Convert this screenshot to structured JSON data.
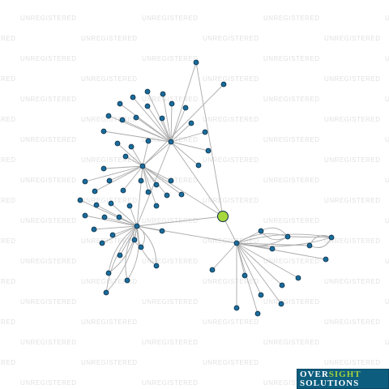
{
  "watermark_text": "UNREGISTERED",
  "logo": {
    "part1": "OVER",
    "part2": "SIGHT",
    "line2": "SOLUTIONS"
  },
  "colors": {
    "node_fill": "#1a6b9a",
    "node_stroke": "#0a2c44",
    "focus_fill": "#a6d83e",
    "edge": "#aaaaaa",
    "watermark": "#e2e2e2",
    "logo_bg": "#0d5d7e",
    "logo_accent": "#a4d43c"
  },
  "graph": {
    "focus_node": "focus",
    "nodes": [
      "focus",
      "h1",
      "h2",
      "h3",
      "h4",
      "t1",
      "n1",
      "n2",
      "n3",
      "n4",
      "n5",
      "n6",
      "n7",
      "n8",
      "n9",
      "n10",
      "n11",
      "n12",
      "n13",
      "n14",
      "n15",
      "n16",
      "n17",
      "n18",
      "n19",
      "n20",
      "n21",
      "n22",
      "n23",
      "n24",
      "n25",
      "n26",
      "n27",
      "n28",
      "n29",
      "n30",
      "n31",
      "n32",
      "n33",
      "n34",
      "n35",
      "n36",
      "n37",
      "n38",
      "n39",
      "n40",
      "n41",
      "n42",
      "n43",
      "n44",
      "n45",
      "n46",
      "n47",
      "n48",
      "n49",
      "n50",
      "n51",
      "n52",
      "n53",
      "n54",
      "n55",
      "n56",
      "n57",
      "n58",
      "n59",
      "n60",
      "n61",
      "n62",
      "n63",
      "n64",
      "n65"
    ],
    "edges": [
      [
        "focus",
        "h1"
      ],
      [
        "focus",
        "h2"
      ],
      [
        "focus",
        "h3"
      ],
      [
        "focus",
        "h4"
      ],
      [
        "focus",
        "t1"
      ],
      [
        "h1",
        "h2"
      ],
      [
        "h2",
        "h3"
      ],
      [
        "h1",
        "h3"
      ],
      [
        "h3",
        "h4"
      ],
      [
        "h1",
        "t1"
      ],
      [
        "h2",
        "n33"
      ],
      [
        "h1",
        "n1"
      ],
      [
        "h1",
        "n2"
      ],
      [
        "h1",
        "n3"
      ],
      [
        "h1",
        "n4"
      ],
      [
        "h1",
        "n5"
      ],
      [
        "h1",
        "n6"
      ],
      [
        "h1",
        "n7"
      ],
      [
        "h1",
        "n8"
      ],
      [
        "h1",
        "n9"
      ],
      [
        "h1",
        "n10"
      ],
      [
        "h1",
        "n11"
      ],
      [
        "h1",
        "n12"
      ],
      [
        "h1",
        "n13"
      ],
      [
        "h1",
        "n14"
      ],
      [
        "h1",
        "n15"
      ],
      [
        "h1",
        "n16"
      ],
      [
        "h2",
        "n17"
      ],
      [
        "h2",
        "n18"
      ],
      [
        "h2",
        "n19"
      ],
      [
        "h2",
        "n20"
      ],
      [
        "h2",
        "n21"
      ],
      [
        "h2",
        "n22"
      ],
      [
        "h2",
        "n23"
      ],
      [
        "h2",
        "n24"
      ],
      [
        "h2",
        "n25"
      ],
      [
        "h2",
        "n26"
      ],
      [
        "h2",
        "n27"
      ],
      [
        "h2",
        "n28"
      ],
      [
        "h2",
        "n29"
      ],
      [
        "h2",
        "n30"
      ],
      [
        "h2",
        "n31"
      ],
      [
        "h2",
        "n32"
      ],
      [
        "h3",
        "n34"
      ],
      [
        "h3",
        "n35"
      ],
      [
        "h3",
        "n36"
      ],
      [
        "h3",
        "n37"
      ],
      [
        "h3",
        "n38"
      ],
      [
        "h3",
        "n39"
      ],
      [
        "h3",
        "n40"
      ],
      [
        "h3",
        "n41"
      ],
      [
        "h3",
        "n42"
      ],
      [
        "h3",
        "n43"
      ],
      [
        "h3",
        "n44"
      ],
      [
        "h3",
        "n45"
      ],
      [
        "h3",
        "n46"
      ],
      [
        "h3",
        "n47"
      ],
      [
        "h3",
        "n48"
      ],
      [
        "h3",
        "n49"
      ],
      [
        "h3",
        "n50"
      ],
      [
        "h3",
        "n51"
      ],
      [
        "h4",
        "n52"
      ],
      [
        "h4",
        "n53"
      ],
      [
        "h4",
        "n54"
      ],
      [
        "h4",
        "n55"
      ],
      [
        "h4",
        "n56"
      ],
      [
        "h4",
        "n57"
      ],
      [
        "h4",
        "n58"
      ],
      [
        "h4",
        "n59"
      ],
      [
        "h4",
        "n60"
      ],
      [
        "h4",
        "n61"
      ],
      [
        "h4",
        "n62"
      ],
      [
        "h4",
        "n63"
      ],
      [
        "h4",
        "n64"
      ],
      [
        "h4",
        "n65"
      ],
      [
        "n52",
        "n53"
      ],
      [
        "n54",
        "n55"
      ],
      [
        "n53",
        "n55"
      ]
    ]
  }
}
